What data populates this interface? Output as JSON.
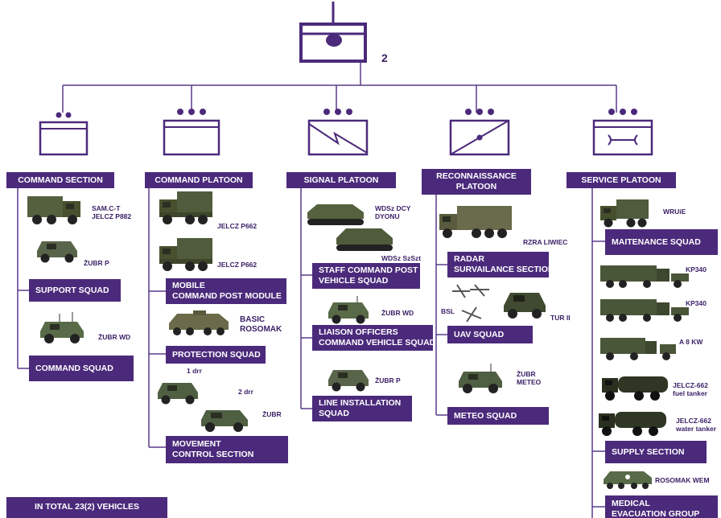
{
  "colors": {
    "accent": "#4b2a7b",
    "line": "#5a3a8a",
    "vehicle_green": "#4a5a38",
    "vehicle_dark": "#2f3624"
  },
  "unit": {
    "number": "2",
    "symbol": "battalion-headquarters-icon"
  },
  "columns": {
    "command_section": {
      "title": "COMMAND SECTION",
      "vehicles": [
        "SAM.C-T\nJELCZ P882",
        "ŻUBR P",
        "ŻUBR WD"
      ],
      "squads": [
        "SUPPORT SQUAD",
        "COMMAND SQUAD"
      ]
    },
    "command_platoon": {
      "title": "COMMAND PLATOON",
      "vehicles": [
        "JELCZ P662",
        "JELCZ P662",
        "BASIC\nROSOMAK",
        "1 drr",
        "2 drr",
        "ŻUBR"
      ],
      "squads": [
        "MOBILE\nCOMMAND POST MODULE",
        "PROTECTION SQUAD",
        "MOVEMENT\nCONTROL SECTION"
      ]
    },
    "signal_platoon": {
      "title": "SIGNAL PLATOON",
      "vehicles": [
        "WDSz DCY\nDYONU",
        "WDSz SzSzt",
        "ŻUBR WD",
        "ŻUBR P"
      ],
      "squads": [
        "STAFF COMMAND POST\nVEHICLE SQUAD",
        "LIAISON OFFICERS\nCOMMAND VEHICLE SQUAD",
        "LINE INSTALLATION\nSQUAD"
      ]
    },
    "recon_platoon": {
      "title": "RECONNAISSANCE\nPLATOON",
      "vehicles": [
        "RZRA LIWIEC",
        "BSL",
        "TUR II",
        "ŻUBR\nMETEO"
      ],
      "squads": [
        "RADAR\nSURVAILANCE SECTION",
        "UAV SQUAD",
        "METEO SQUAD"
      ]
    },
    "service_platoon": {
      "title": "SERVICE PLATOON",
      "vehicles": [
        "WRUiE",
        "KP340",
        "KP340",
        "A 8 KW",
        "JELCZ-662\nfuel tanker",
        "JELCZ-662\nwater tanker",
        "ROSOMAK WEM"
      ],
      "squads": [
        "MAITENANCE SQUAD",
        "SUPPLY SECTION",
        "MEDICAL\nEVACUATION GROUP"
      ]
    }
  },
  "total": "IN TOTAL 23(2) VEHICLES"
}
